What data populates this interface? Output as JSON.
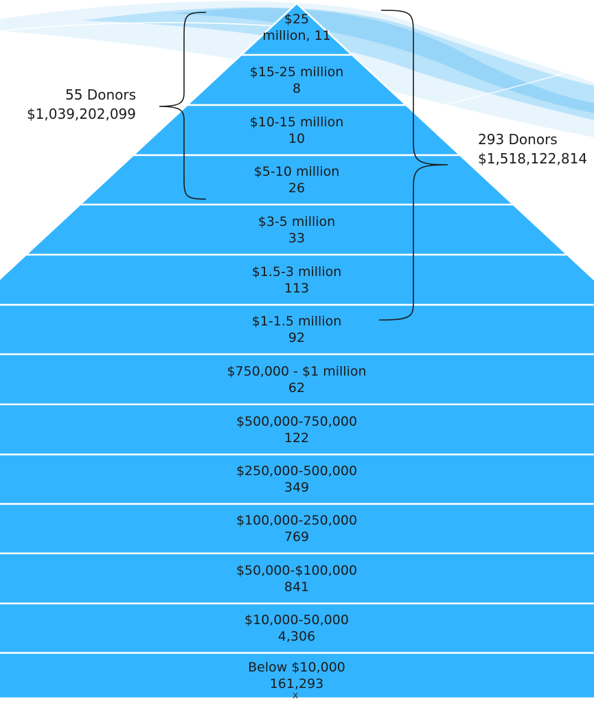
{
  "colors": {
    "tier_fill": "#33b4ff",
    "tier_divider": "#ffffff",
    "swoosh": "#8fd1f7",
    "bracket": "#1a1a1a"
  },
  "tiers": [
    {
      "range": "$25",
      "donors": "million, 11"
    },
    {
      "range": "$15-25 million",
      "donors": "8"
    },
    {
      "range": "$10-15 million",
      "donors": "10"
    },
    {
      "range": "$5-10 million",
      "donors": "26"
    },
    {
      "range": "$3-5 million",
      "donors": "33"
    },
    {
      "range": "$1.5-3 million",
      "donors": "113"
    },
    {
      "range": "$1-1.5 million",
      "donors": "92"
    },
    {
      "range": "$750,000 - $1 million",
      "donors": "62"
    },
    {
      "range": "$500,000-750,000",
      "donors": "122"
    },
    {
      "range": "$250,000-500,000",
      "donors": "349"
    },
    {
      "range": "$100,000-250,000",
      "donors": "769"
    },
    {
      "range": "$50,000-$100,000",
      "donors": "841"
    },
    {
      "range": "$10,000-50,000",
      "donors": "4,306"
    },
    {
      "range": "Below $10,000",
      "donors": "161,293"
    }
  ],
  "callouts": {
    "top_group": {
      "count": "55 Donors",
      "amount": "$1,039,202,099"
    },
    "upper_group": {
      "count": "293 Donors",
      "amount": "$1,518,122,814"
    }
  },
  "page_marker": "x"
}
